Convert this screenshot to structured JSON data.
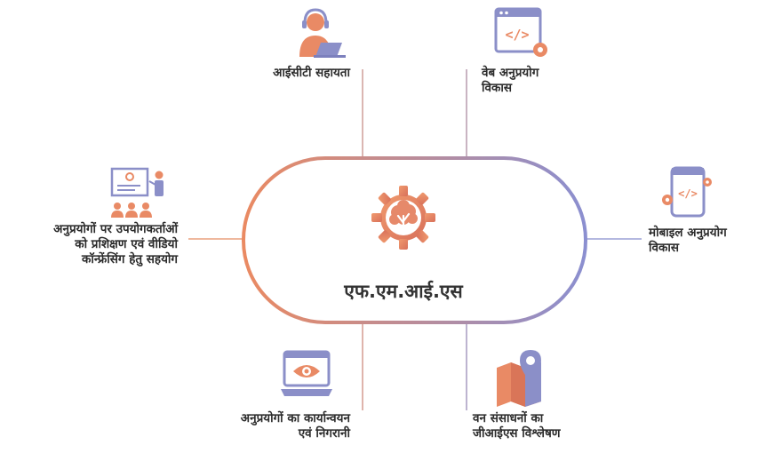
{
  "center": {
    "title": "एफ.एम.आई.एस",
    "icon": "tree-gear-icon"
  },
  "colors": {
    "orange": "#e8916a",
    "purple": "#8a8fc8",
    "line_left": "#e9a07c",
    "line_right": "#9ea1d4"
  },
  "nodes": [
    {
      "id": "ict-support",
      "lines": [
        "आईसीटी सहायता"
      ],
      "icon": "headset-support-icon"
    },
    {
      "id": "web-app",
      "lines": [
        "वेब अनुप्रयोग",
        "विकास"
      ],
      "icon": "code-browser-icon"
    },
    {
      "id": "user-training",
      "lines": [
        "अनुप्रयोगों पर उपयोगकर्ताओं",
        "को प्रशिक्षण एवं वीडियो",
        "कॉन्फ्रेंसिंग हेतु सहयोग"
      ],
      "icon": "training-presentation-icon"
    },
    {
      "id": "mobile-app",
      "lines": [
        "मोबाइल अनुप्रयोग",
        "विकास"
      ],
      "icon": "mobile-code-icon"
    },
    {
      "id": "implementation",
      "lines": [
        "अनुप्रयोगों का कार्यान्वयन",
        "एवं निगरानी"
      ],
      "icon": "monitor-eye-icon"
    },
    {
      "id": "gis-analysis",
      "lines": [
        "वन संसाधनों का",
        "जीआईएस विश्लेषण"
      ],
      "icon": "map-pin-icon"
    }
  ]
}
